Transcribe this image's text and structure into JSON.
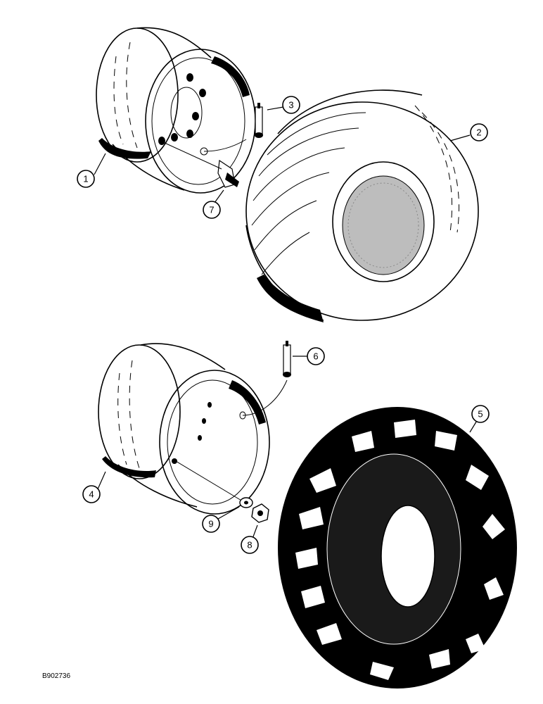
{
  "callouts": {
    "c1": "1",
    "c2": "2",
    "c3": "3",
    "c4": "4",
    "c5": "5",
    "c6": "6",
    "c7": "7",
    "c8": "8",
    "c9": "9"
  },
  "reference_code": "B902736",
  "parts": [
    {
      "id": "1",
      "part": "rim-ribbed-tire"
    },
    {
      "id": "2",
      "part": "ribbed-tire"
    },
    {
      "id": "3",
      "part": "valve-stem-upper"
    },
    {
      "id": "4",
      "part": "rim-lug-tire"
    },
    {
      "id": "5",
      "part": "lug-tread-tire"
    },
    {
      "id": "6",
      "part": "valve-stem-lower"
    },
    {
      "id": "7",
      "part": "wheel-bolt"
    },
    {
      "id": "8",
      "part": "wheel-nut"
    },
    {
      "id": "9",
      "part": "washer"
    }
  ]
}
